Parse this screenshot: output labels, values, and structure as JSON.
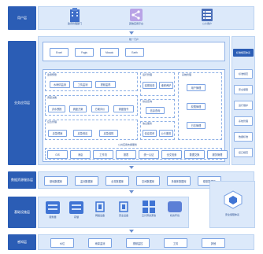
{
  "rows": [
    {
      "label": "用户层"
    },
    {
      "label": "业务应用层"
    },
    {
      "label": "数据资源服务层"
    },
    {
      "label": "基础设施层"
    },
    {
      "label": "感知层"
    }
  ],
  "user_layer": {
    "items": [
      {
        "icon": "building-icon",
        "label": "政府管理部门"
      },
      {
        "icon": "share-icon",
        "label": "其他应用平台"
      },
      {
        "icon": "list-icon",
        "label": "公众用户"
      }
    ]
  },
  "portal": {
    "title": "统一门户",
    "chips": [
      "Excel",
      "Fagis",
      "Mosaic",
      "Earth"
    ]
  },
  "app_layer": {
    "groups": [
      {
        "title": "监测预警",
        "chips": [
          "水雨情监测",
          "工情监测",
          "视频监视"
        ]
      },
      {
        "title": "调度决策",
        "chips": [
          "洪水预报",
          "调度方案",
          "方案评价",
          "调度指令"
        ]
      },
      {
        "title": "应急管理",
        "chips": [
          "应急预案",
          "应急响应",
          "应急保障"
        ]
      },
      {
        "title": "运行管理",
        "chips": [
          "巡视检查",
          "维修养护"
        ]
      },
      {
        "title": "综合查询",
        "chips": [
          "信息查询"
        ]
      },
      {
        "title": "信息服务",
        "chips": [
          "信息发布",
          "公众服务"
        ]
      },
      {
        "title": "系统管理",
        "chips": [
          "用户管理",
          "权限管理",
          "日志管理"
        ]
      }
    ],
    "bottom_title": "公共应用支撑服务",
    "bottom_chips": [
      "GIS",
      "消息",
      "工作流",
      "报表",
      "统一认证",
      "全文检索",
      "数据交换",
      "服务管理"
    ]
  },
  "right_column": {
    "title": "标准规范体系",
    "items": [
      "标准规范",
      "安全保障",
      "运行维护",
      "系统管理",
      "数据标准",
      "接口规范"
    ]
  },
  "data_layer": {
    "chips": [
      "基础数据库",
      "监测数据库",
      "业务数据库",
      "空间数据库",
      "多媒体数据库",
      "模型数据库"
    ]
  },
  "infra_layer": {
    "items": [
      {
        "icon": "server-icon",
        "label": "服务器"
      },
      {
        "icon": "storage-icon",
        "label": "存储"
      },
      {
        "icon": "chip-icon",
        "label": "网络设备"
      },
      {
        "icon": "chip-icon",
        "label": "安全设备"
      },
      {
        "icon": "grid-icon",
        "label": "云计算资源池"
      },
      {
        "icon": "cloud-icon",
        "label": "机房环境"
      }
    ],
    "security_label": "安全保障体系"
  },
  "sense_layer": {
    "chips": [
      "水位",
      "雨量监测",
      "视频监控",
      "工情",
      "其他"
    ]
  }
}
